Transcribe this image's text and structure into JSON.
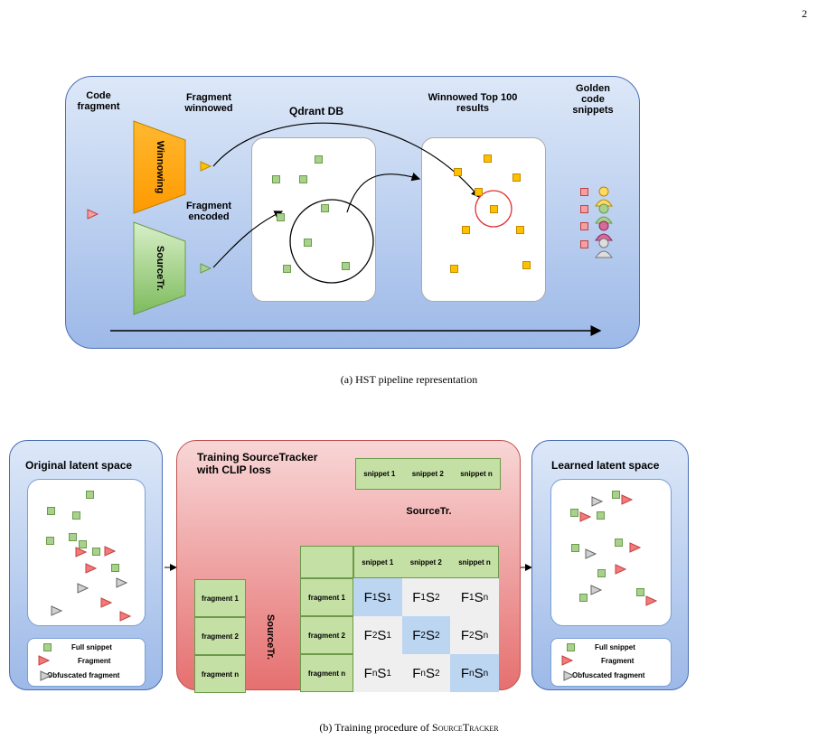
{
  "page_number": "2",
  "top": {
    "caption": "(a) HST pipeline representation",
    "labels": {
      "code_fragment": "Code fragment",
      "fragment_winnowed": "Fragment winnowed",
      "qdrant_db": "Qdrant DB",
      "winnowed_top": "Winnowed Top 100 results",
      "golden_snippets": "Golden code snippets",
      "fragment_encoded": "Fragment encoded",
      "winnowing": "Winnowing",
      "sourcetr": "SourceTr."
    },
    "colors": {
      "winnowing": "#ffa500",
      "sourcetr": "#8fc86f",
      "panel": "#aac4ee"
    }
  },
  "bottom": {
    "caption_prefix": "(b) Training procedure of ",
    "caption_name": "SourceTracker",
    "original_title": "Original latent space",
    "training_title": "Training SourceTracker with CLIP loss",
    "learned_title": "Learned latent space",
    "sourcetr": "SourceTr.",
    "snippets": [
      "snippet 1",
      "snippet 2",
      "snippet n"
    ],
    "fragments": [
      "fragment 1",
      "fragment 2",
      "fragment n"
    ],
    "matrix": [
      [
        {
          "a": "F",
          "as": "1",
          "b": "S",
          "bs": "1"
        },
        {
          "a": "F",
          "as": "1",
          "b": "S",
          "bs": "2"
        },
        {
          "a": "F",
          "as": "1",
          "b": "S",
          "bs": "n"
        }
      ],
      [
        {
          "a": "F",
          "as": "2",
          "b": "S",
          "bs": "1"
        },
        {
          "a": "F",
          "as": "2",
          "b": "S",
          "bs": "2"
        },
        {
          "a": "F",
          "as": "2",
          "b": "S",
          "bs": "n"
        }
      ],
      [
        {
          "a": "F",
          "as": "n",
          "b": "S",
          "bs": "1"
        },
        {
          "a": "F",
          "as": "n",
          "b": "S",
          "bs": "2"
        },
        {
          "a": "F",
          "as": "n",
          "b": "S",
          "bs": "n"
        }
      ]
    ],
    "legend": {
      "full_snippet": "Full snippet",
      "fragment": "Fragment",
      "obfuscated": "Obfuscated fragment"
    }
  }
}
